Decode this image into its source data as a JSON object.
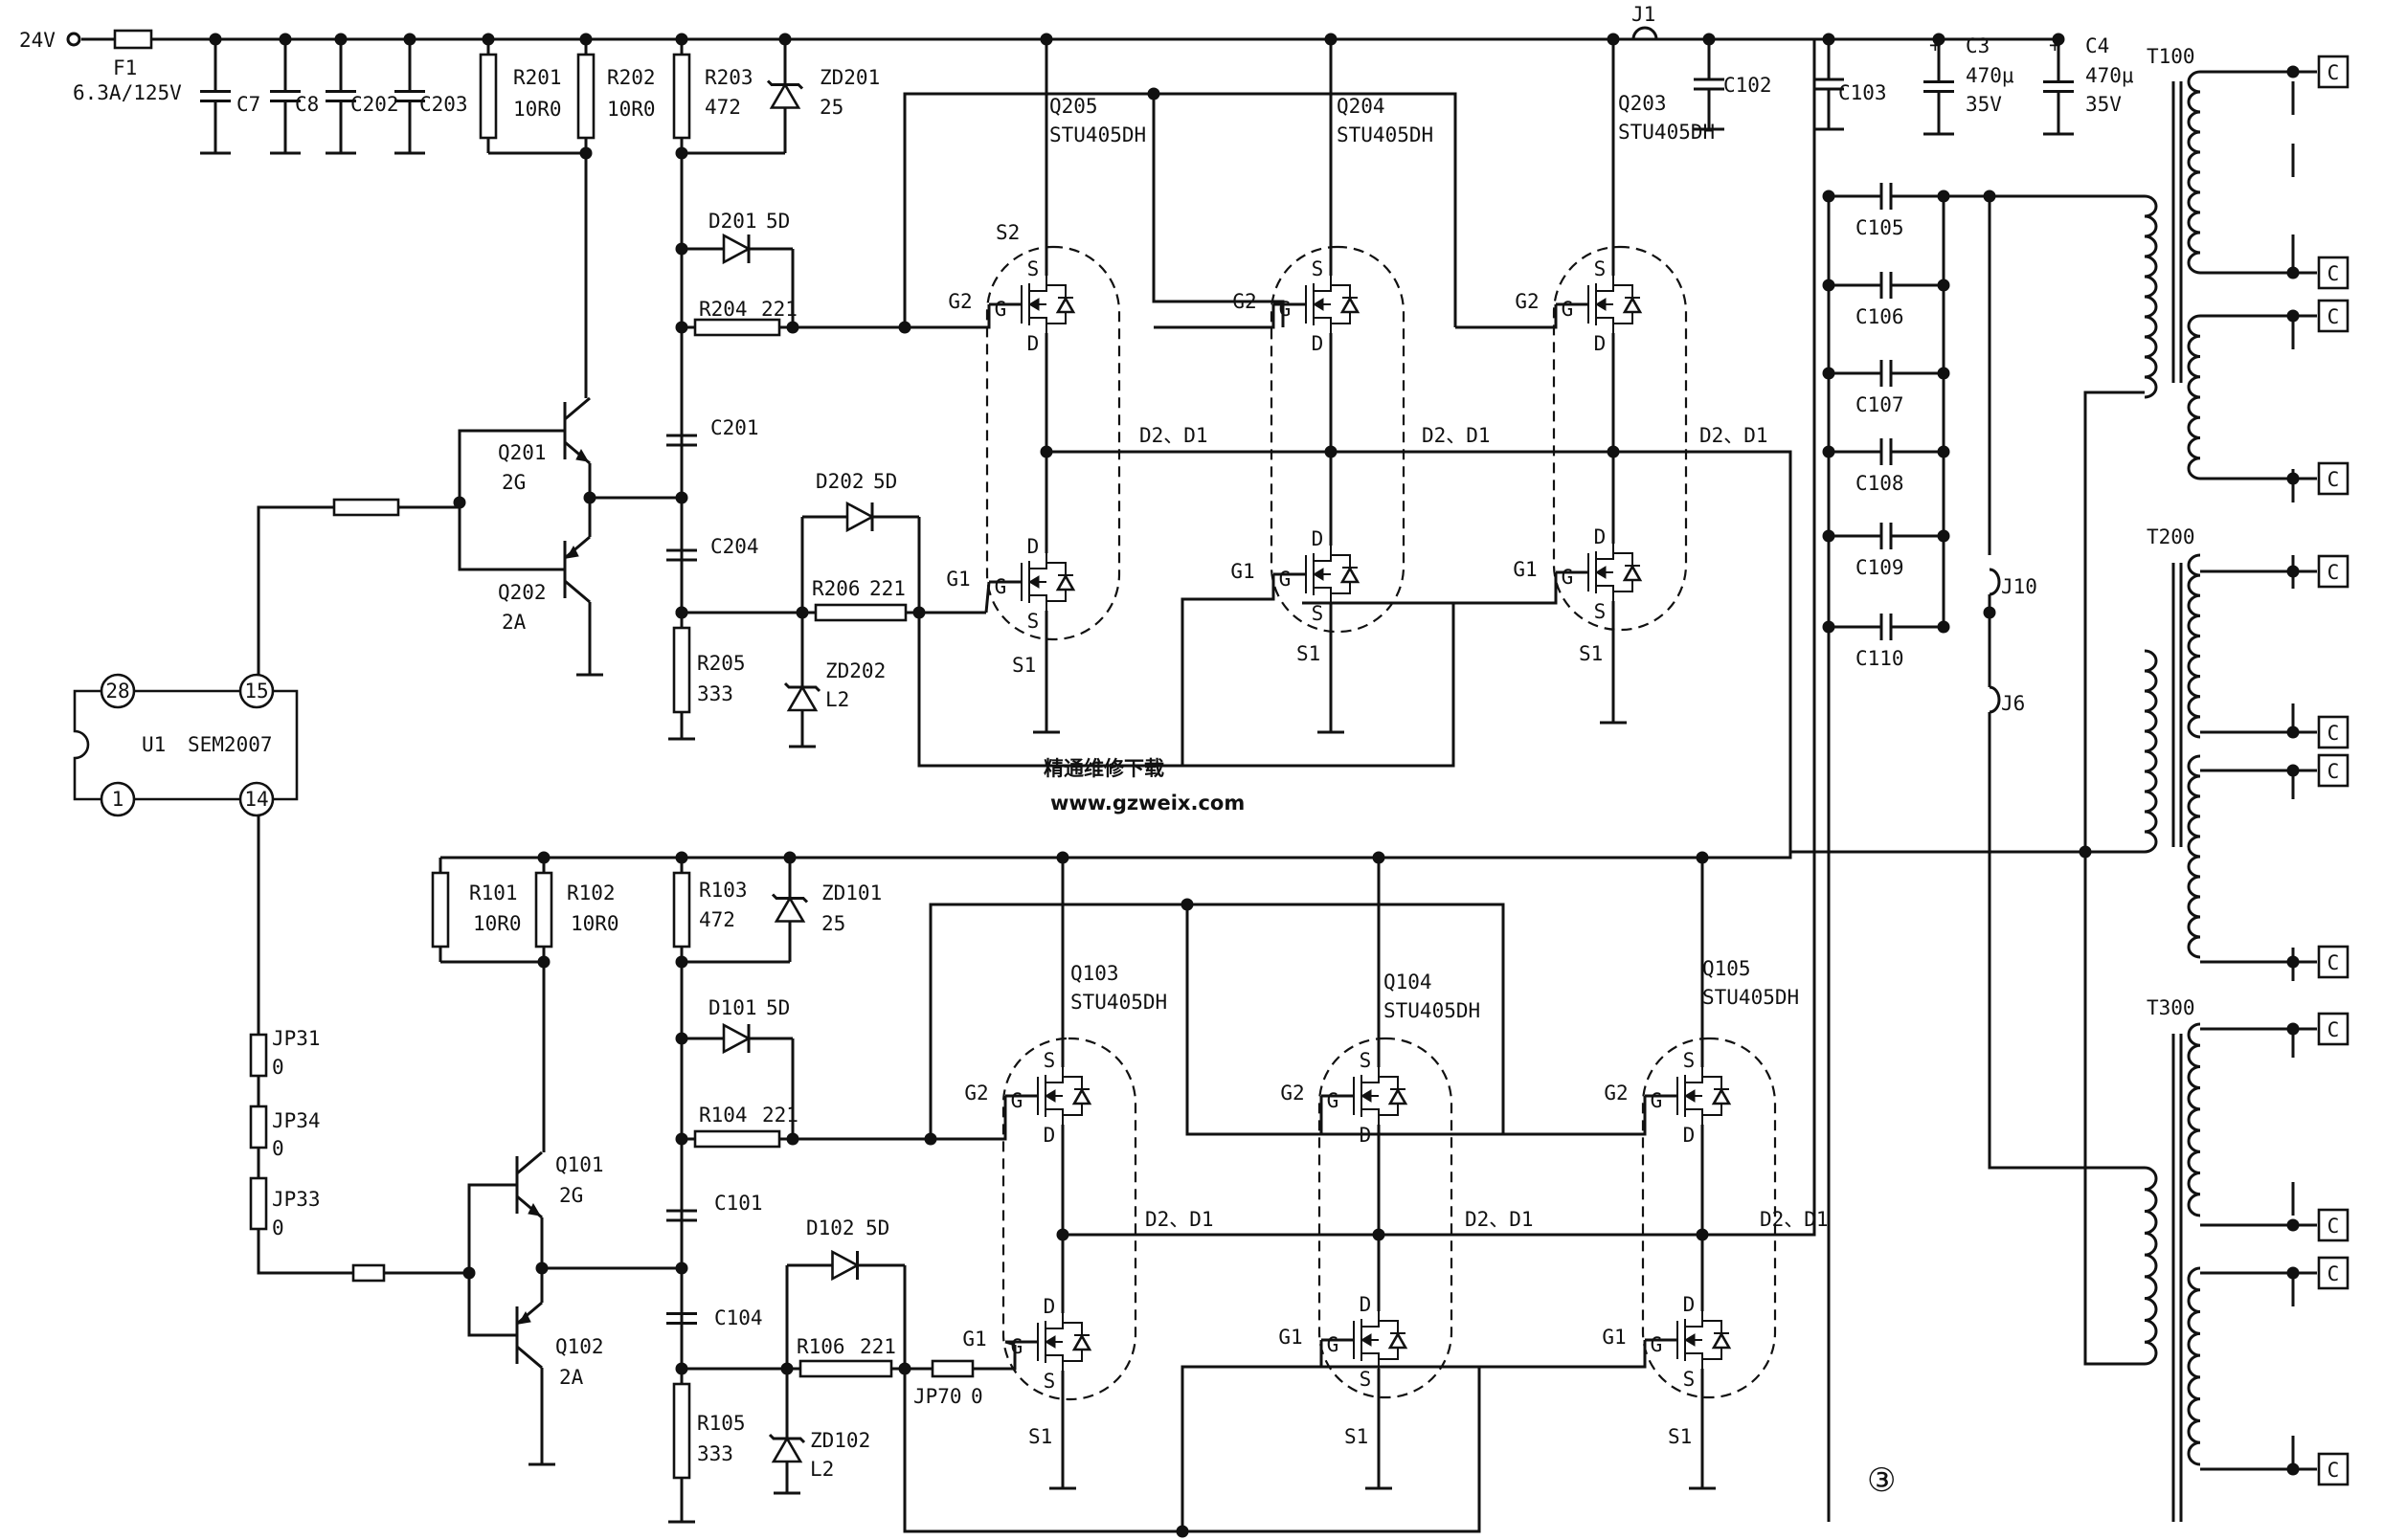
{
  "supply": {
    "input": "24V"
  },
  "fuse": {
    "ref": "F1",
    "value": "6.3A/125V"
  },
  "jumpers_top": [
    {
      "ref": "J1"
    }
  ],
  "decoupling": [
    {
      "ref": "C7"
    },
    {
      "ref": "C8"
    },
    {
      "ref": "C202"
    },
    {
      "ref": "C203"
    },
    {
      "ref": "C102"
    },
    {
      "ref": "C103"
    }
  ],
  "bulk_caps": [
    {
      "ref": "C3",
      "value": "470μ",
      "voltage": "35V"
    },
    {
      "ref": "C4",
      "value": "470μ",
      "voltage": "35V"
    }
  ],
  "ic": {
    "ref": "U1",
    "part": "SEM2007",
    "pins": [
      "28",
      "15",
      "1",
      "14"
    ]
  },
  "stage2": {
    "R201": {
      "ref": "R201",
      "value": "10R0"
    },
    "R202": {
      "ref": "R202",
      "value": "10R0"
    },
    "R203": {
      "ref": "R203",
      "value": "472"
    },
    "ZD201": {
      "ref": "ZD201",
      "value": "25"
    },
    "D201": {
      "ref": "D201",
      "value": "5D"
    },
    "R204": {
      "ref": "R204",
      "value": "221"
    },
    "C201": {
      "ref": "C201"
    },
    "C204": {
      "ref": "C204"
    },
    "Q201": {
      "ref": "Q201",
      "value": "2G"
    },
    "Q202": {
      "ref": "Q202",
      "value": "2A"
    },
    "D202": {
      "ref": "D202",
      "value": "5D"
    },
    "R206": {
      "ref": "R206",
      "value": "221"
    },
    "R205": {
      "ref": "R205",
      "value": "333"
    },
    "ZD202": {
      "ref": "ZD202",
      "value": "L2"
    }
  },
  "stage1": {
    "R101": {
      "ref": "R101",
      "value": "10R0"
    },
    "R102": {
      "ref": "R102",
      "value": "10R0"
    },
    "R103": {
      "ref": "R103",
      "value": "472"
    },
    "ZD101": {
      "ref": "ZD101",
      "value": "25"
    },
    "D101": {
      "ref": "D101",
      "value": "5D"
    },
    "R104": {
      "ref": "R104",
      "value": "221"
    },
    "C101": {
      "ref": "C101"
    },
    "C104": {
      "ref": "C104"
    },
    "Q101": {
      "ref": "Q101",
      "value": "2G"
    },
    "Q102": {
      "ref": "Q102",
      "value": "2A"
    },
    "D102": {
      "ref": "D102",
      "value": "5D"
    },
    "R106": {
      "ref": "R106",
      "value": "221"
    },
    "R105": {
      "ref": "R105",
      "value": "333"
    },
    "ZD102": {
      "ref": "ZD102",
      "value": "L2"
    },
    "JP70": {
      "ref": "JP70",
      "value": "0"
    }
  },
  "jumper_resistors": [
    {
      "ref": "JP31",
      "value": "0"
    },
    {
      "ref": "JP34",
      "value": "0"
    },
    {
      "ref": "JP33",
      "value": "0"
    }
  ],
  "mosfets": [
    {
      "ref": "Q205",
      "part": "STU405DH",
      "upper": "S2",
      "lower": "S1"
    },
    {
      "ref": "Q204",
      "part": "STU405DH",
      "upper": "",
      "lower": "S1"
    },
    {
      "ref": "Q203",
      "part": "STU405DH",
      "upper": "",
      "lower": "S1"
    },
    {
      "ref": "Q103",
      "part": "STU405DH",
      "upper": "",
      "lower": "S1"
    },
    {
      "ref": "Q104",
      "part": "STU405DH",
      "upper": "",
      "lower": "S1"
    },
    {
      "ref": "Q105",
      "part": "STU405DH",
      "upper": "",
      "lower": "S1"
    }
  ],
  "pin_labels": {
    "g2": "G2",
    "g1": "G1",
    "g": "G",
    "s": "S",
    "d": "D",
    "drain_node": "D2、D1"
  },
  "resonant_caps": [
    {
      "ref": "C105"
    },
    {
      "ref": "C106"
    },
    {
      "ref": "C107"
    },
    {
      "ref": "C108"
    },
    {
      "ref": "C109"
    },
    {
      "ref": "C110"
    }
  ],
  "jumpers_right": [
    {
      "ref": "J10"
    },
    {
      "ref": "J6"
    }
  ],
  "transformers": [
    {
      "ref": "T100"
    },
    {
      "ref": "T200"
    },
    {
      "ref": "T300"
    }
  ],
  "connector_label": "C",
  "figure_mark": "③",
  "watermark": {
    "line1": "精通维修下载",
    "line2": "www.gzweix.com"
  }
}
